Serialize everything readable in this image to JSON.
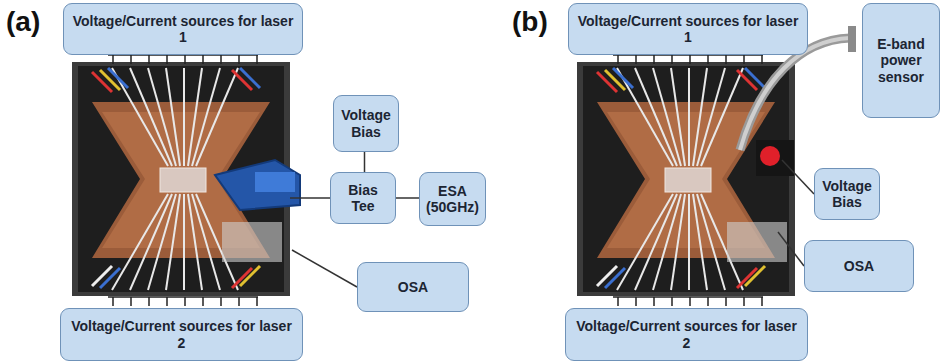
{
  "diagram": {
    "nodes": [
      {
        "text": [
          "Voltage/Current sources for laser 1"
        ]
      },
      {
        "text": [
          "Voltage Bias"
        ]
      },
      {
        "text": [
          "Bias Tee"
        ]
      },
      {
        "text": [
          "ESA (50GHz)"
        ]
      },
      {
        "text": [
          "OSA"
        ]
      },
      {
        "text": [
          "Voltage/Current sources for laser 2"
        ]
      },
      {
        "text": [
          "Voltage/Current sources for laser 1"
        ]
      },
      {
        "text": [
          "E-band power sensor"
        ]
      },
      {
        "text": [
          "Voltage Bias"
        ]
      },
      {
        "text": [
          "OSA"
        ]
      },
      {
        "text": [
          "Voltage/Current sources for laser 2"
        ]
      }
    ],
    "edges": [
      {
        "from": 1,
        "to": 2,
        "arrow": "none"
      },
      {
        "from": 2,
        "to": 3,
        "arrow": "none"
      }
    ],
    "labels": [
      "(a)",
      "(b)"
    ]
  }
}
